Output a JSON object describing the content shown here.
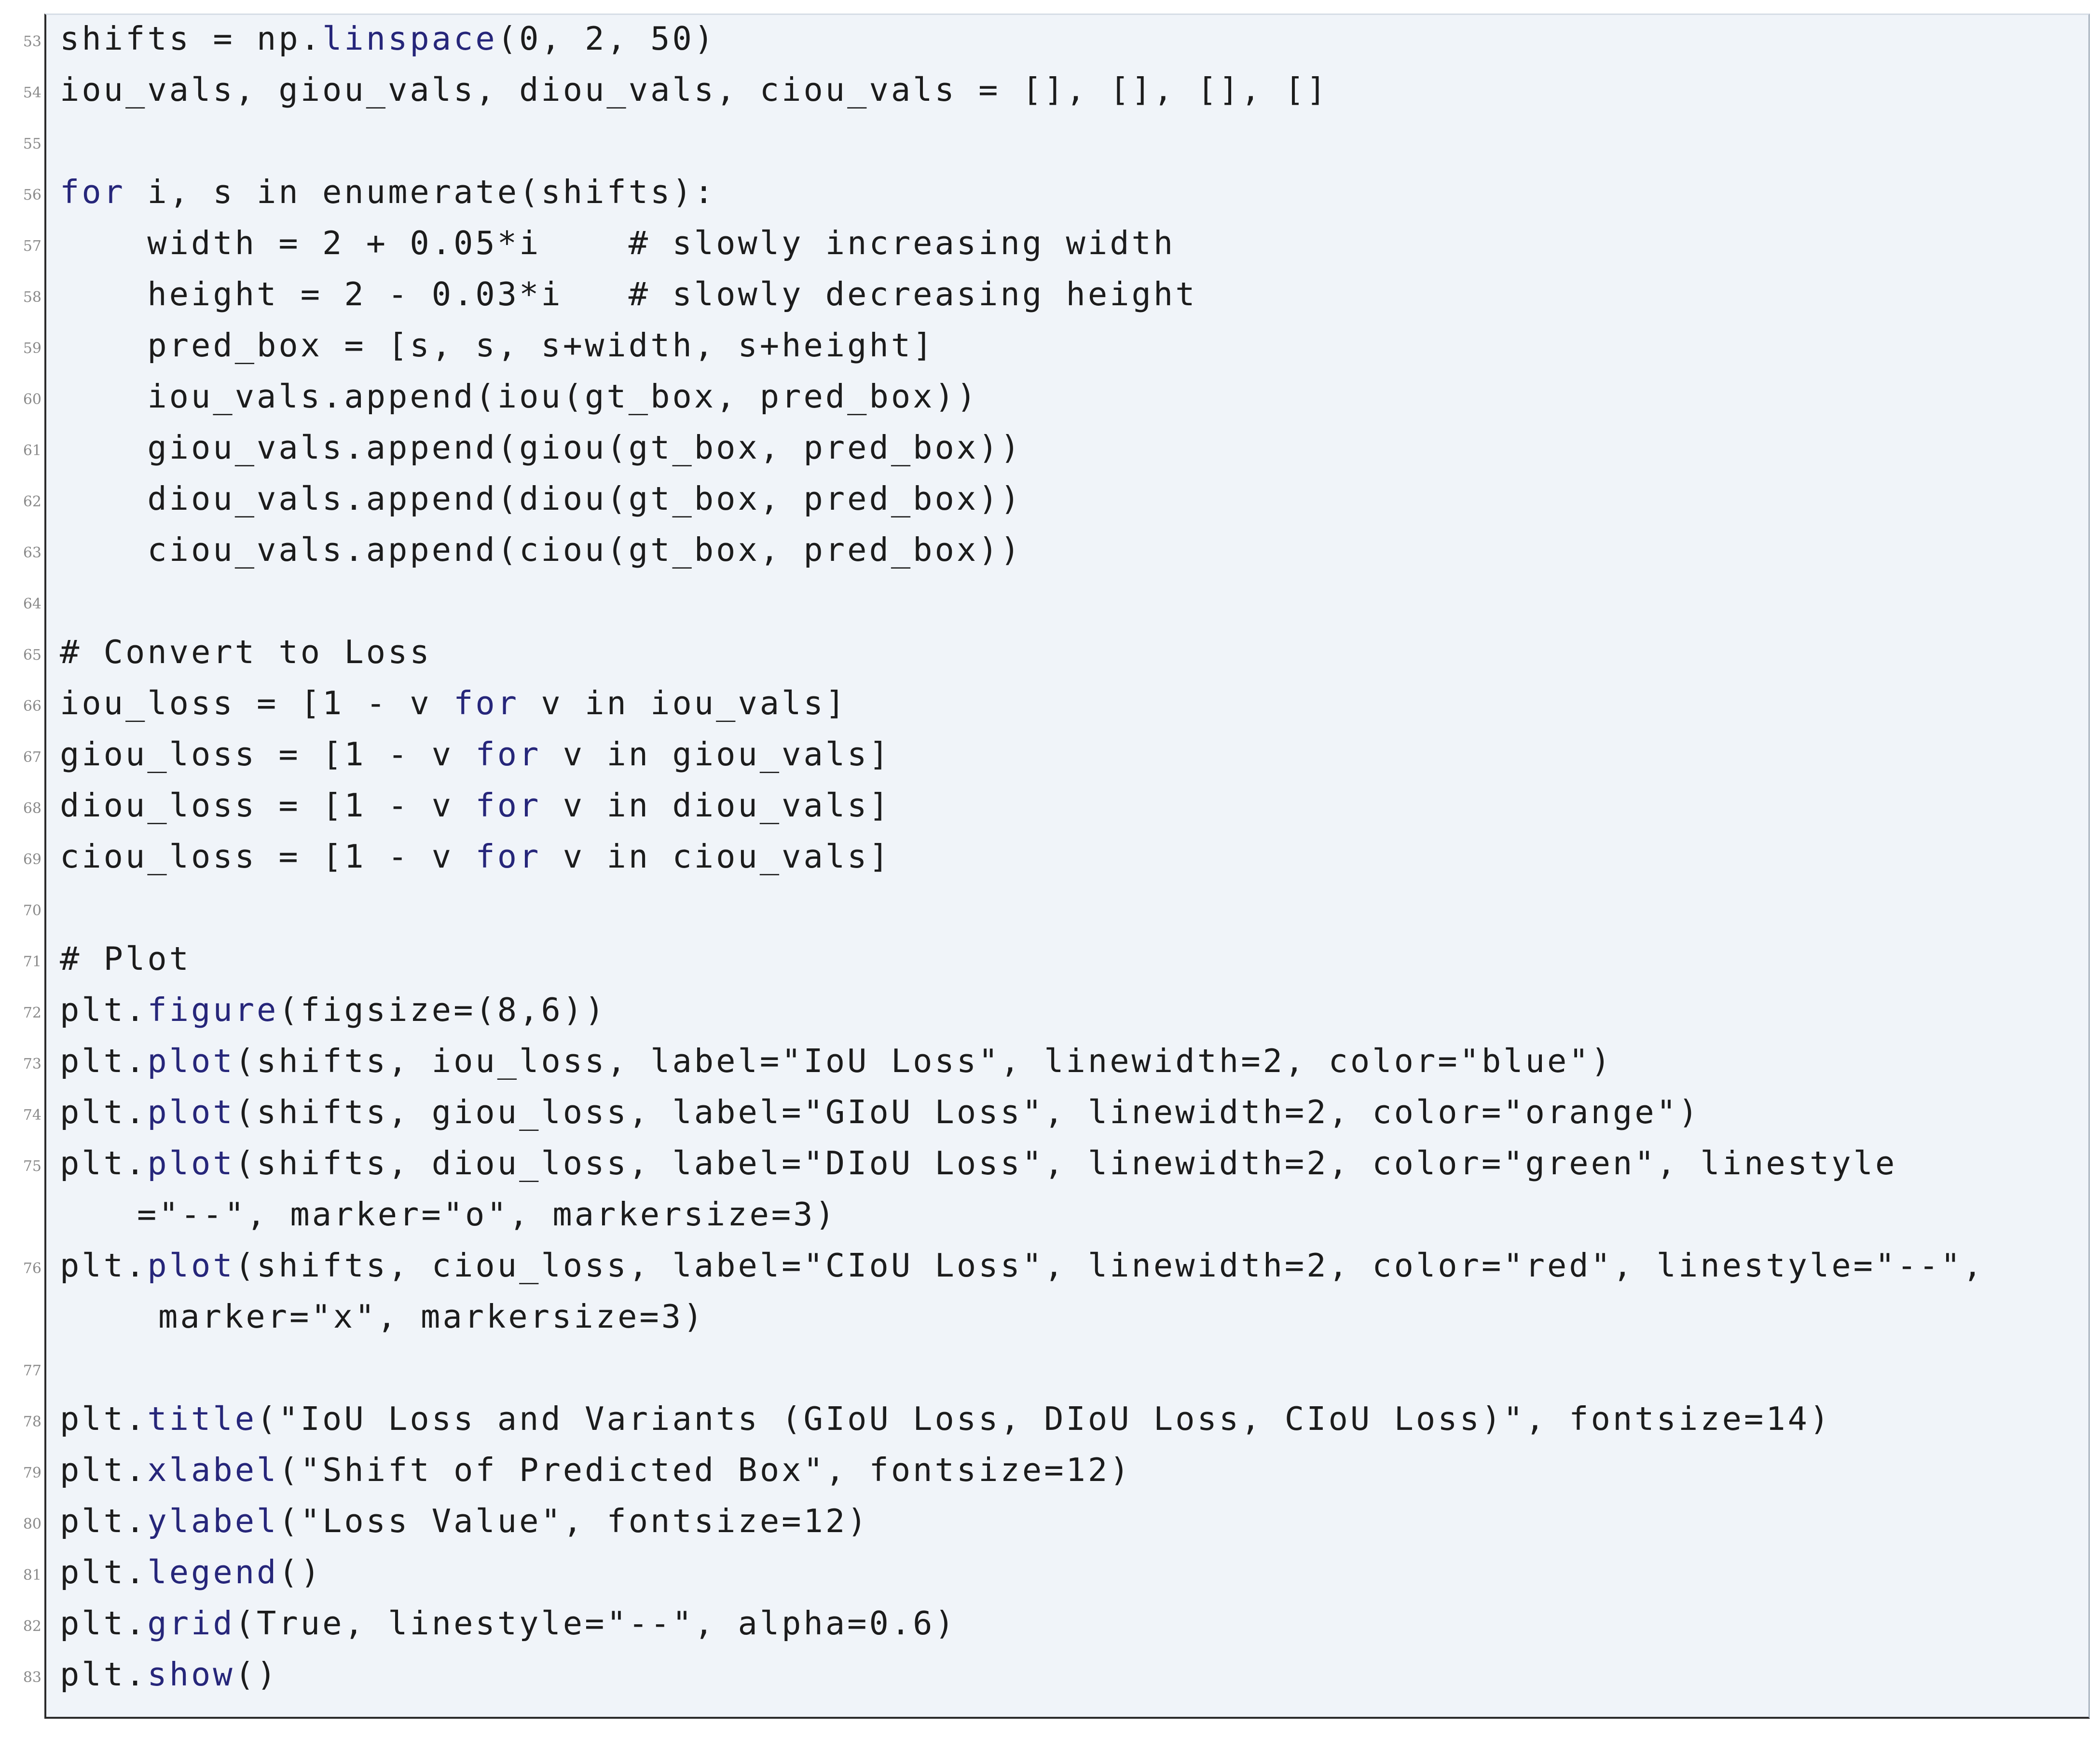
{
  "code": {
    "language": "python",
    "lines": [
      {
        "no": "53",
        "text": "shifts = np.linspace(0, 2, 50)"
      },
      {
        "no": "54",
        "text": "iou_vals, giou_vals, diou_vals, ciou_vals = [], [], [], []"
      },
      {
        "no": "55",
        "text": ""
      },
      {
        "no": "56",
        "text": "for i, s in enumerate(shifts):"
      },
      {
        "no": "57",
        "text": "    width = 2 + 0.05*i    # slowly increasing width"
      },
      {
        "no": "58",
        "text": "    height = 2 - 0.03*i   # slowly decreasing height"
      },
      {
        "no": "59",
        "text": "    pred_box = [s, s, s+width, s+height]"
      },
      {
        "no": "60",
        "text": "    iou_vals.append(iou(gt_box, pred_box))"
      },
      {
        "no": "61",
        "text": "    giou_vals.append(giou(gt_box, pred_box))"
      },
      {
        "no": "62",
        "text": "    diou_vals.append(diou(gt_box, pred_box))"
      },
      {
        "no": "63",
        "text": "    ciou_vals.append(ciou(gt_box, pred_box))"
      },
      {
        "no": "64",
        "text": ""
      },
      {
        "no": "65",
        "text": "# Convert to Loss"
      },
      {
        "no": "66",
        "text": "iou_loss = [1 - v for v in iou_vals]"
      },
      {
        "no": "67",
        "text": "giou_loss = [1 - v for v in giou_vals]"
      },
      {
        "no": "68",
        "text": "diou_loss = [1 - v for v in diou_vals]"
      },
      {
        "no": "69",
        "text": "ciou_loss = [1 - v for v in ciou_vals]"
      },
      {
        "no": "70",
        "text": ""
      },
      {
        "no": "71",
        "text": "# Plot"
      },
      {
        "no": "72",
        "text": "plt.figure(figsize=(8,6))"
      },
      {
        "no": "73",
        "text": "plt.plot(shifts, iou_loss, label=\"IoU Loss\", linewidth=2, color=\"blue\")"
      },
      {
        "no": "74",
        "text": "plt.plot(shifts, giou_loss, label=\"GIoU Loss\", linewidth=2, color=\"orange\")"
      },
      {
        "no": "75",
        "text": "plt.plot(shifts, diou_loss, label=\"DIoU Loss\", linewidth=2, color=\"green\", linestyle",
        "continuation": "=\"--\", marker=\"o\", markersize=3)"
      },
      {
        "no": "76",
        "text": "plt.plot(shifts, ciou_loss, label=\"CIoU Loss\", linewidth=2, color=\"red\", linestyle=\"--\",",
        "continuation": "marker=\"x\", markersize=3)"
      },
      {
        "no": "77",
        "text": ""
      },
      {
        "no": "78",
        "text": "plt.title(\"IoU Loss and Variants (GIoU Loss, DIoU Loss, CIoU Loss)\", fontsize=14)"
      },
      {
        "no": "79",
        "text": "plt.xlabel(\"Shift of Predicted Box\", fontsize=12)"
      },
      {
        "no": "80",
        "text": "plt.ylabel(\"Loss Value\", fontsize=12)"
      },
      {
        "no": "81",
        "text": "plt.legend()"
      },
      {
        "no": "82",
        "text": "plt.grid(True, linestyle=\"--\", alpha=0.6)"
      },
      {
        "no": "83",
        "text": "plt.show()"
      }
    ]
  }
}
